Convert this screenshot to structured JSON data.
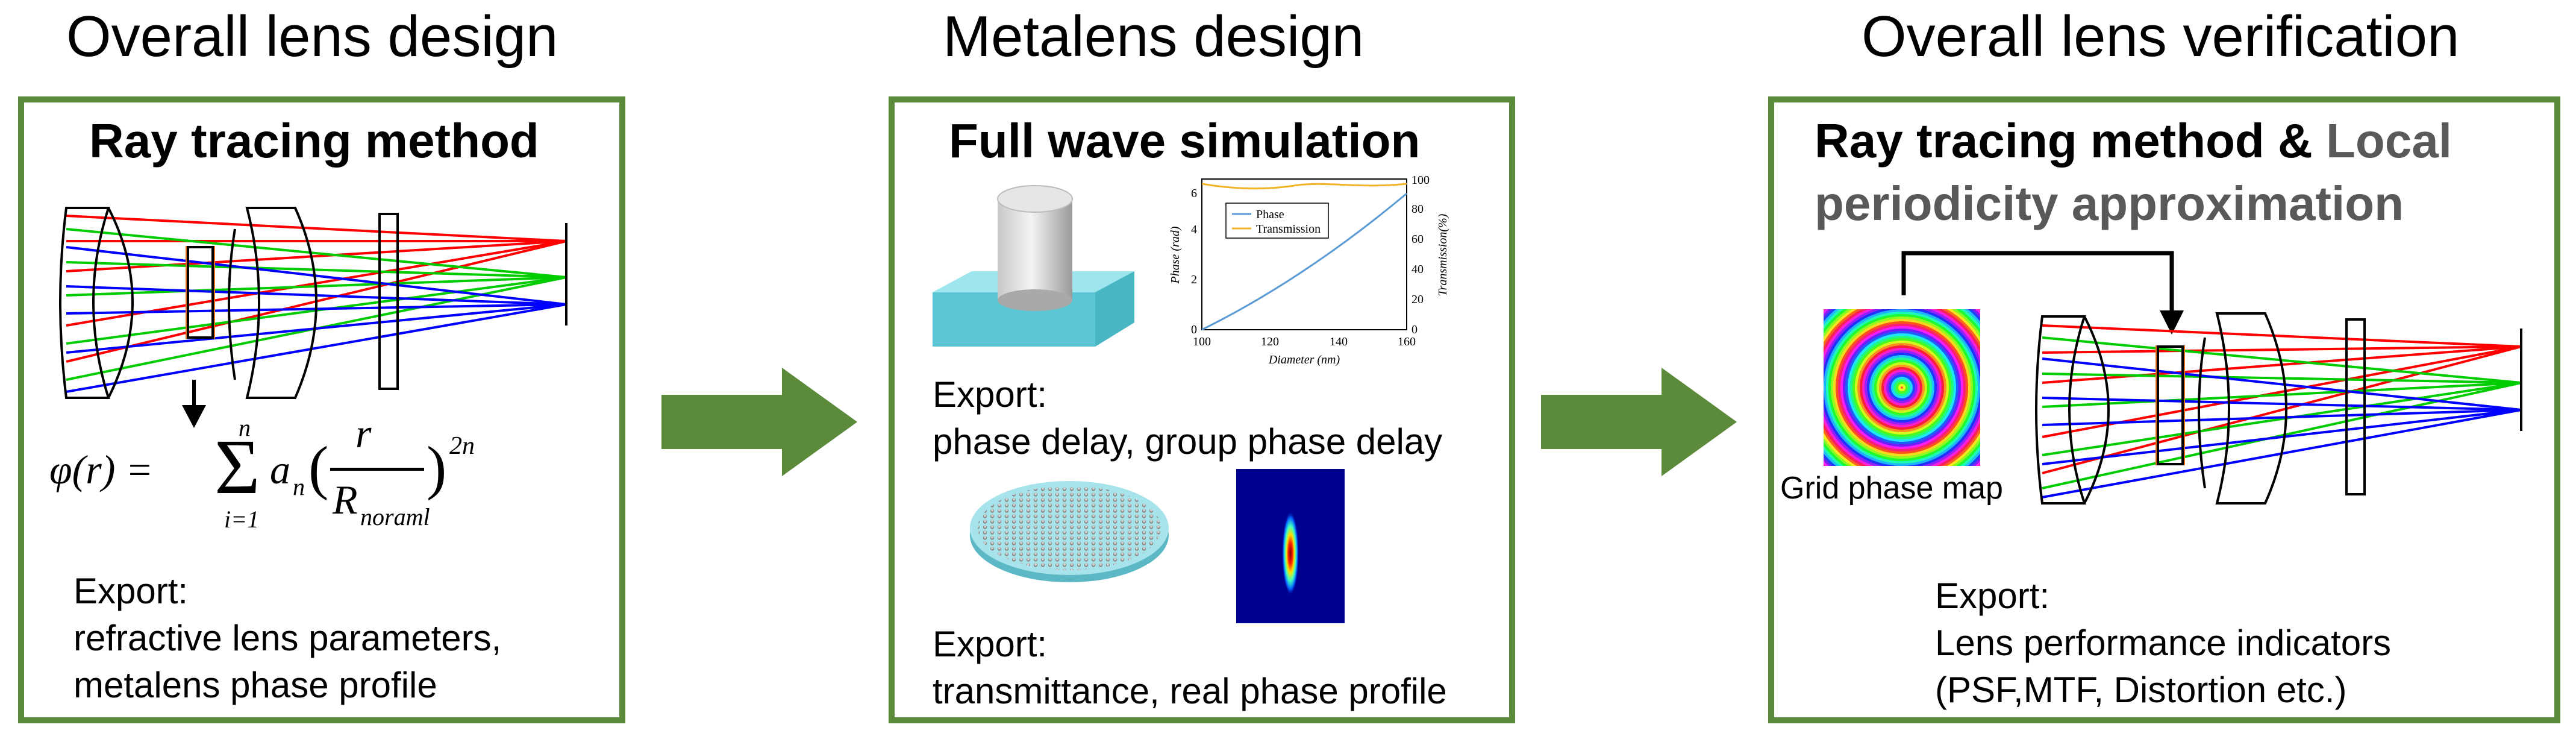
{
  "titles": {
    "left": "Overall lens design",
    "middle": "Metalens design",
    "right": "Overall lens verification"
  },
  "left_panel": {
    "heading": "Ray tracing method",
    "formula": {
      "lhs": "φ(r) = ",
      "sum_top": "n",
      "sum_bottom": "i=1",
      "coef": "a",
      "coef_sub": "n",
      "frac_num": "r",
      "frac_den": "R",
      "frac_den_sub": "noraml",
      "exponent": "2n"
    },
    "export_label": "Export:",
    "export_line1": "refractive lens parameters,",
    "export_line2": "metalens phase profile"
  },
  "middle_panel": {
    "heading": "Full wave simulation",
    "plot": {
      "left_ticks": [
        "0",
        "2",
        "4",
        "6"
      ],
      "right_ticks": [
        "0",
        "20",
        "40",
        "60",
        "80",
        "100"
      ],
      "x_ticks": [
        "100",
        "120",
        "140",
        "160"
      ],
      "ylabel_left": "Phase (rad)",
      "ylabel_right": "Transmission(%)",
      "xlabel": "Diameter (nm)",
      "legend_phase": "Phase",
      "legend_transmission": "Transmission",
      "color_phase": "#5b9bd5",
      "color_transmission": "#f0b429"
    },
    "export1_label": "Export:",
    "export1_text": "phase delay, group phase delay",
    "export2_label": "Export:",
    "export2_text": "transmittance, real phase profile"
  },
  "right_panel": {
    "heading_black": "Ray tracing method & ",
    "heading_grey1": "Local",
    "heading_grey2": "periodicity approximation",
    "phase_map_label": "Grid phase map",
    "export_label": "Export:",
    "export_line1": "Lens performance indicators",
    "export_line2": "(PSF,MTF, Distortion etc.)"
  },
  "colors": {
    "panel_border": "#5b8a3a",
    "arrow": "#5b8a3a",
    "ray_red": "#ff0000",
    "ray_green": "#00cc00",
    "ray_blue": "#0000ff",
    "metalens_outline": "#e07020"
  }
}
